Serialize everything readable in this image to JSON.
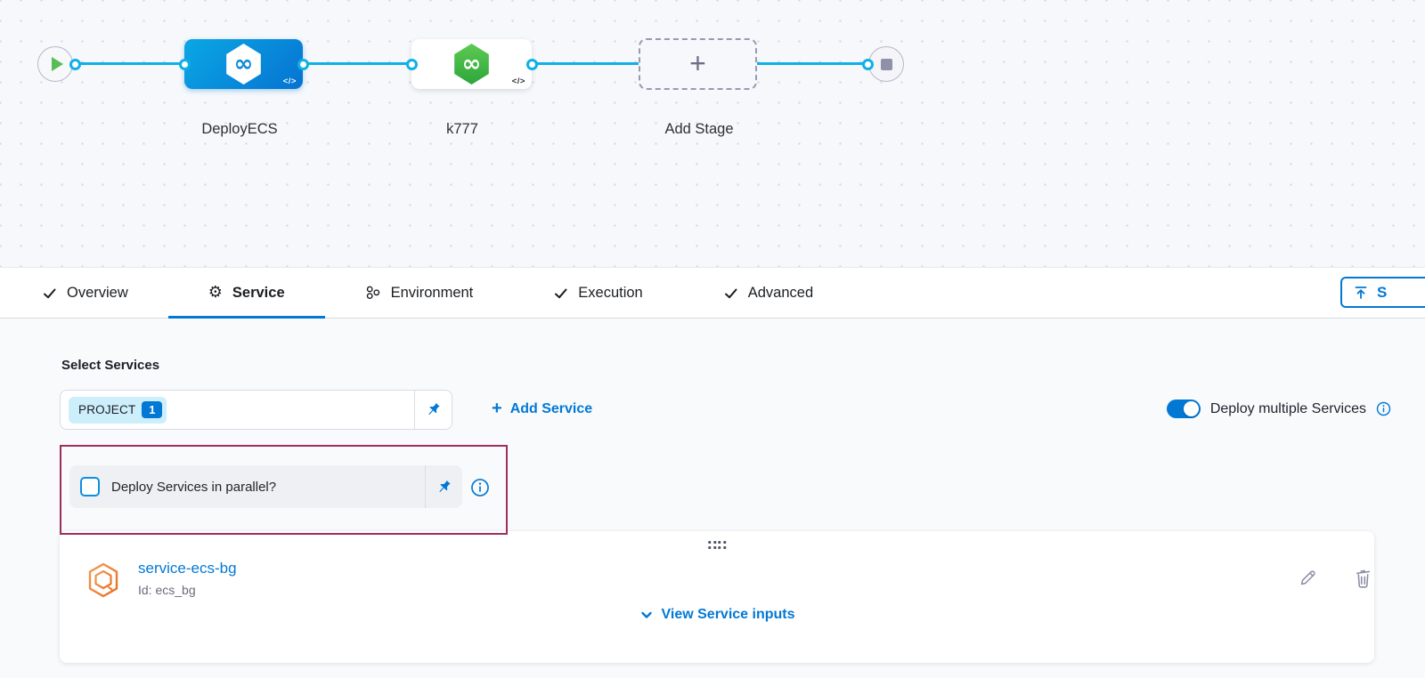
{
  "canvas": {
    "stage1_label": "DeployECS",
    "stage2_label": "k777",
    "add_stage_label": "Add Stage",
    "code_badge": "</>"
  },
  "tabs": {
    "items": [
      {
        "label": "Overview"
      },
      {
        "label": "Service"
      },
      {
        "label": "Environment"
      },
      {
        "label": "Execution"
      },
      {
        "label": "Advanced"
      }
    ],
    "save_button_label": "S"
  },
  "main": {
    "select_services_label": "Select Services",
    "project_chip_label": "PROJECT",
    "project_chip_count": "1",
    "add_service_label": "Add Service",
    "deploy_multiple_label": "Deploy multiple Services",
    "parallel_checkbox_label": "Deploy Services in parallel?",
    "card": {
      "service_name": "service-ecs-bg",
      "service_id": "Id: ecs_bg",
      "view_inputs_label": "View Service inputs"
    }
  },
  "icons": {
    "infinity": "∞",
    "plus": "+",
    "gear": "⚙"
  },
  "colors": {
    "accent_blue": "#0278d5",
    "connector_cyan": "#0fb0e5",
    "node_green": "#3dbf44",
    "highlight_maroon": "#9e2f5a",
    "ecs_icon_orange": "#ed7d31",
    "chip_bg": "#cdeefb"
  }
}
